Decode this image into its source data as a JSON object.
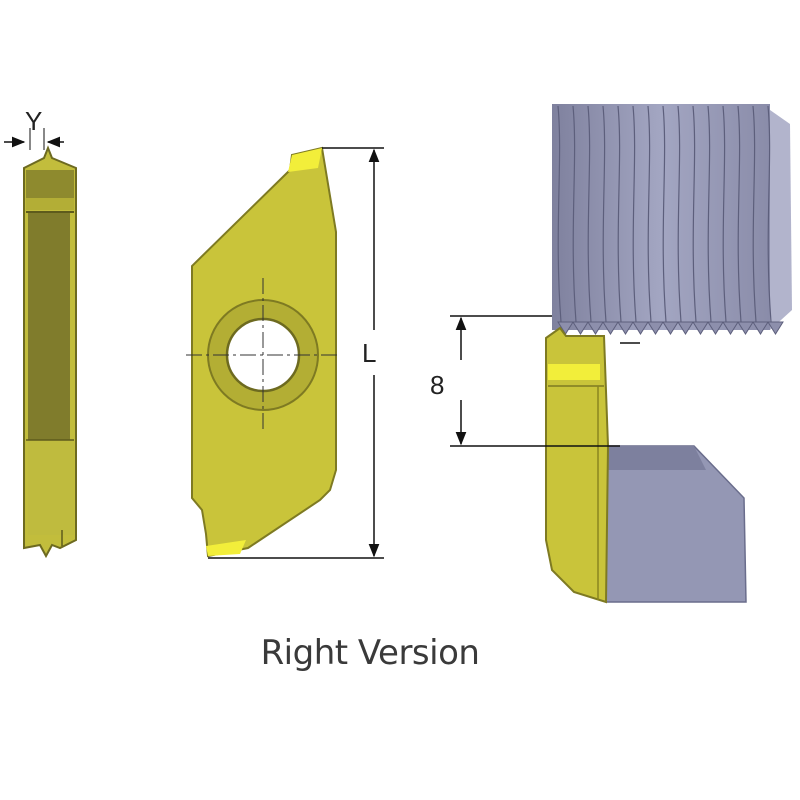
{
  "labels": {
    "y_dimension": "Y",
    "l_dimension": "L",
    "depth_dimension": "8"
  },
  "caption": "Right Version",
  "colors": {
    "insert_yellow": "#c9c43a",
    "insert_edge": "#8a8520",
    "insert_dark": "#7a7628",
    "bright_yellow": "#f2ee3a",
    "holder_gray": "#9497b4",
    "thread_gray": "#8d8fac",
    "line": "#111111"
  },
  "icons": {
    "arrow": "arrowhead"
  }
}
